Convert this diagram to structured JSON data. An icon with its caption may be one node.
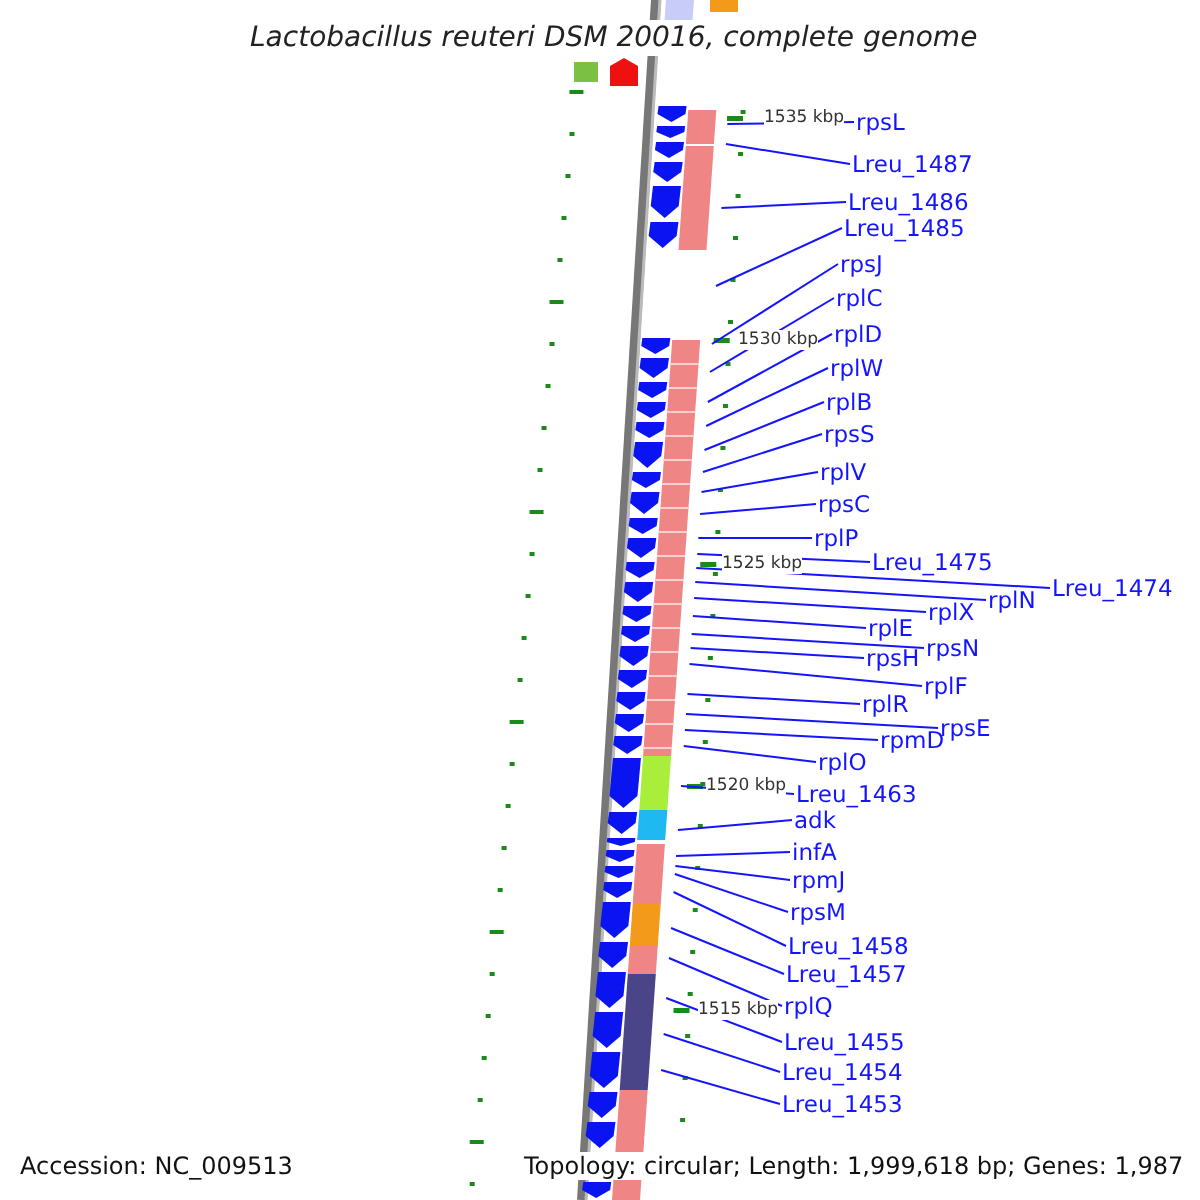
{
  "diagram": {
    "title": "Lactobacillus reuteri DSM 20016, complete genome",
    "nodes": [
      {
        "text": [
          "rpsL"
        ]
      },
      {
        "text": [
          "Lreu_1487"
        ]
      },
      {
        "text": [
          "Lreu_1486"
        ]
      },
      {
        "text": [
          "Lreu_1485"
        ]
      },
      {
        "text": [
          "rpsJ"
        ]
      },
      {
        "text": [
          "rplC"
        ]
      },
      {
        "text": [
          "rplD"
        ]
      },
      {
        "text": [
          "rplW"
        ]
      },
      {
        "text": [
          "rplB"
        ]
      },
      {
        "text": [
          "rpsS"
        ]
      },
      {
        "text": [
          "rplV"
        ]
      },
      {
        "text": [
          "rpsC"
        ]
      },
      {
        "text": [
          "rplP"
        ]
      },
      {
        "text": [
          "Lreu_1475"
        ]
      },
      {
        "text": [
          "Lreu_1474"
        ]
      },
      {
        "text": [
          "rplN"
        ]
      },
      {
        "text": [
          "rplX"
        ]
      },
      {
        "text": [
          "rplE"
        ]
      },
      {
        "text": [
          "rpsN"
        ]
      },
      {
        "text": [
          "rpsH"
        ]
      },
      {
        "text": [
          "rplF"
        ]
      },
      {
        "text": [
          "rplR"
        ]
      },
      {
        "text": [
          "rpsE"
        ]
      },
      {
        "text": [
          "rpmD"
        ]
      },
      {
        "text": [
          "rplO"
        ]
      },
      {
        "text": [
          "Lreu_1463"
        ]
      },
      {
        "text": [
          "adk"
        ]
      },
      {
        "text": [
          "infA"
        ]
      },
      {
        "text": [
          "rpmJ"
        ]
      },
      {
        "text": [
          "rpsM"
        ]
      },
      {
        "text": [
          "Lreu_1458"
        ]
      },
      {
        "text": [
          "Lreu_1457"
        ]
      },
      {
        "text": [
          "rplQ"
        ]
      },
      {
        "text": [
          "Lreu_1455"
        ]
      },
      {
        "text": [
          "Lreu_1454"
        ]
      },
      {
        "text": [
          "Lreu_1453"
        ]
      }
    ],
    "edges": [
      {
        "from": 0,
        "to": null,
        "arrow": "none"
      },
      {
        "from": 1,
        "to": null,
        "arrow": "none"
      },
      {
        "from": 2,
        "to": null,
        "arrow": "none"
      },
      {
        "from": 3,
        "to": null,
        "arrow": "none"
      },
      {
        "from": 4,
        "to": null,
        "arrow": "none"
      },
      {
        "from": 5,
        "to": null,
        "arrow": "none"
      },
      {
        "from": 6,
        "to": null,
        "arrow": "none"
      },
      {
        "from": 7,
        "to": null,
        "arrow": "none"
      },
      {
        "from": 8,
        "to": null,
        "arrow": "none"
      },
      {
        "from": 9,
        "to": null,
        "arrow": "none"
      },
      {
        "from": 10,
        "to": null,
        "arrow": "none"
      },
      {
        "from": 11,
        "to": null,
        "arrow": "none"
      },
      {
        "from": 12,
        "to": null,
        "arrow": "none"
      },
      {
        "from": 13,
        "to": null,
        "arrow": "none"
      },
      {
        "from": 14,
        "to": null,
        "arrow": "none"
      },
      {
        "from": 15,
        "to": null,
        "arrow": "none"
      },
      {
        "from": 16,
        "to": null,
        "arrow": "none"
      },
      {
        "from": 17,
        "to": null,
        "arrow": "none"
      },
      {
        "from": 18,
        "to": null,
        "arrow": "none"
      },
      {
        "from": 19,
        "to": null,
        "arrow": "none"
      },
      {
        "from": 20,
        "to": null,
        "arrow": "none"
      },
      {
        "from": 21,
        "to": null,
        "arrow": "none"
      },
      {
        "from": 22,
        "to": null,
        "arrow": "none"
      },
      {
        "from": 23,
        "to": null,
        "arrow": "none"
      },
      {
        "from": 24,
        "to": null,
        "arrow": "none"
      },
      {
        "from": 25,
        "to": null,
        "arrow": "none"
      },
      {
        "from": 26,
        "to": null,
        "arrow": "none"
      },
      {
        "from": 27,
        "to": null,
        "arrow": "none"
      },
      {
        "from": 28,
        "to": null,
        "arrow": "none"
      },
      {
        "from": 29,
        "to": null,
        "arrow": "none"
      },
      {
        "from": 30,
        "to": null,
        "arrow": "none"
      },
      {
        "from": 31,
        "to": null,
        "arrow": "none"
      },
      {
        "from": 32,
        "to": null,
        "arrow": "none"
      },
      {
        "from": 33,
        "to": null,
        "arrow": "none"
      },
      {
        "from": 34,
        "to": null,
        "arrow": "none"
      },
      {
        "from": 35,
        "to": null,
        "arrow": "none"
      }
    ],
    "labels": [
      "1535 kbp",
      "1530 kbp",
      "1525 kbp",
      "1520 kbp",
      "1515 kbp",
      "Accession: NC_009513",
      "Topology: circular; Length: 1,999,618 bp; Genes: 1,987"
    ]
  }
}
